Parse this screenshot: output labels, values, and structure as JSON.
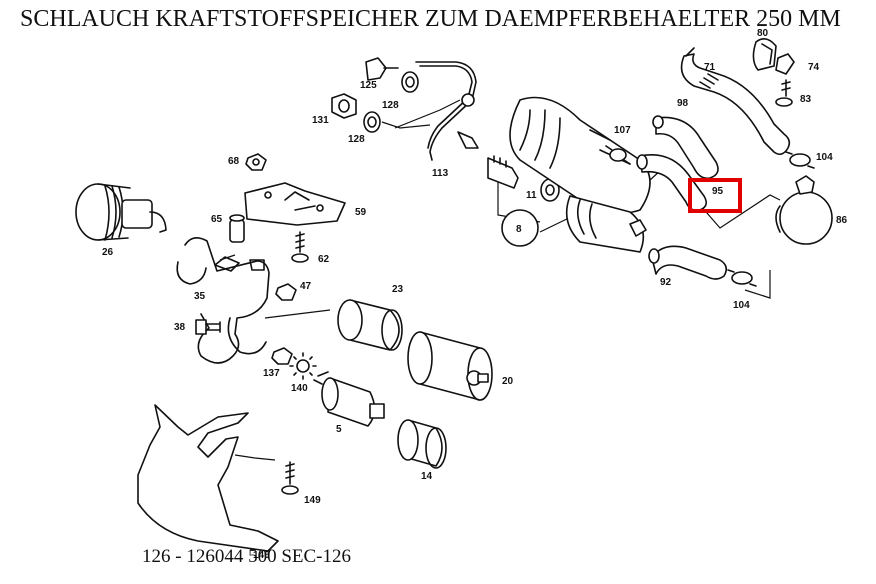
{
  "title": "SCHLAUCH KRAFTSTOFFSPEICHER ZUM DAEMPFERBEHAELTER 250 MM",
  "footer": "126 - 126044   500 SEC-126",
  "highlight": {
    "part": "95",
    "color": "#e00000"
  },
  "parts": {
    "p5": "5",
    "p8": "8",
    "p11": "11",
    "p14": "14",
    "p20": "20",
    "p23": "23",
    "p26": "26",
    "p35": "35",
    "p38": "38",
    "p47": "47",
    "p59": "59",
    "p62": "62",
    "p65": "65",
    "p68": "68",
    "p71": "71",
    "p74": "74",
    "p80": "80",
    "p83": "83",
    "p86": "86",
    "p92": "92",
    "p95": "95",
    "p98": "98",
    "p104a": "104",
    "p104b": "104",
    "p107": "107",
    "p113": "113",
    "p125": "125",
    "p128a": "128",
    "p128b": "128",
    "p131": "131",
    "p137": "137",
    "p140": "140",
    "p146": "146",
    "p149": "149"
  }
}
